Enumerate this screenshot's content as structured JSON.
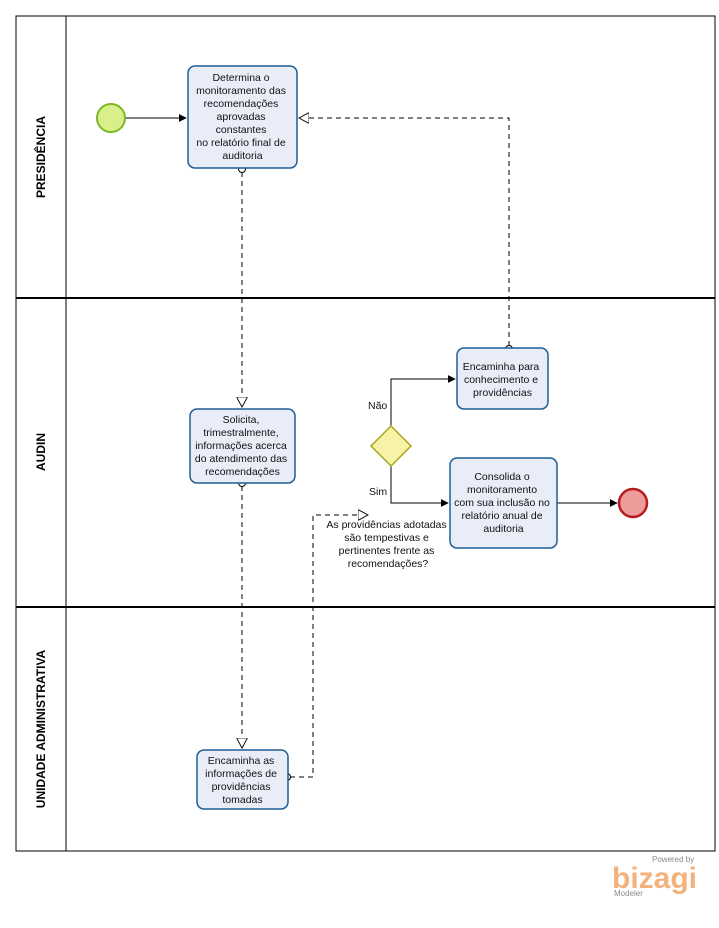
{
  "lanes": [
    {
      "label": "PRESIDÊNCIA"
    },
    {
      "label": "AUDIN"
    },
    {
      "label": "UNIDADE ADMINISTRATIVA"
    }
  ],
  "tasks": {
    "determina": [
      "Determina o",
      "monitoramento das",
      "recomendações",
      "aprovadas",
      "constantes",
      "no relatório final de",
      "auditoria"
    ],
    "solicita": [
      "Solicita,",
      "trimestralmente,",
      "informações acerca",
      "do atendimento das",
      "recomendações"
    ],
    "encaminha_prov": [
      "Encaminha para",
      "conhecimento e",
      "providências"
    ],
    "consolida": [
      "Consolida o",
      "monitoramento",
      "com sua inclusão no",
      "relatório anual de",
      "auditoria"
    ],
    "encaminha_info": [
      "Encaminha as",
      "informações de",
      "providências",
      "tomadas"
    ]
  },
  "gateway": {
    "question": [
      "As providências adotadas",
      "são tempestivas e",
      "pertinentes frente as",
      "recomendações?"
    ],
    "no_label": "Não",
    "yes_label": "Sim"
  },
  "branding": {
    "powered": "Powered by",
    "name": "bizagi",
    "product": "Modeler"
  },
  "colors": {
    "task_fill": "#e8edf8",
    "task_stroke": "#1f5f96",
    "start_fill": "#d9f08a",
    "start_stroke": "#7ab82a",
    "end_fill": "#ee9b9b",
    "end_stroke": "#b51d1d",
    "gateway_fill": "#f7f3a6",
    "gateway_stroke": "#a7a31a",
    "brand": "#f3b27c"
  }
}
